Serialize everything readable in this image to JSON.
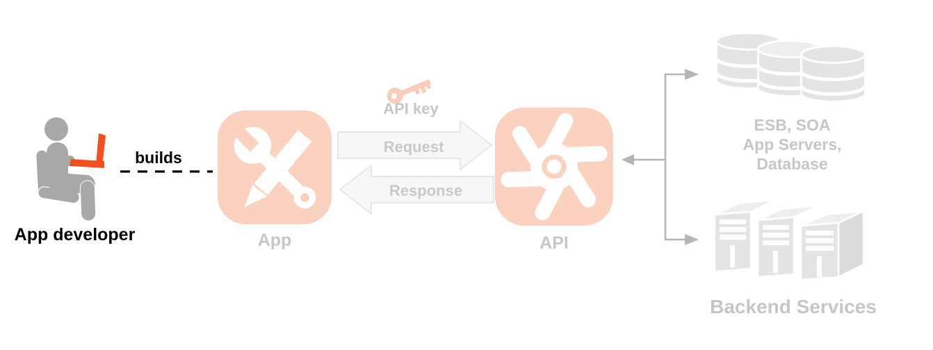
{
  "diagram": {
    "developer": {
      "label": "App developer",
      "relation_label": "builds"
    },
    "app": {
      "label": "App"
    },
    "exchange": {
      "key_label": "API key",
      "request_label": "Request",
      "response_label": "Response"
    },
    "api": {
      "label": "API"
    },
    "backends": {
      "db_label_lines": [
        "ESB, SOA",
        "App Servers,",
        "Database"
      ],
      "services_label": "Backend Services"
    }
  },
  "colors": {
    "icon_bg": "#fbd2c0",
    "key_fill": "#f8ccb8",
    "person_gray": "#a8a8a8",
    "laptop_orange": "#f3501e",
    "label_gray": "#c6c6c6",
    "arrow_fill": "#f7f7f7",
    "arrow_border": "#e1e1e1",
    "arrow_text": "#c9c9c9",
    "connector_gray": "#b5b5b5",
    "backend_fill": "#e4e4e4",
    "backend_top": "#eeeeee",
    "backend_side": "#dcdcdc",
    "text_black": "#000000"
  }
}
